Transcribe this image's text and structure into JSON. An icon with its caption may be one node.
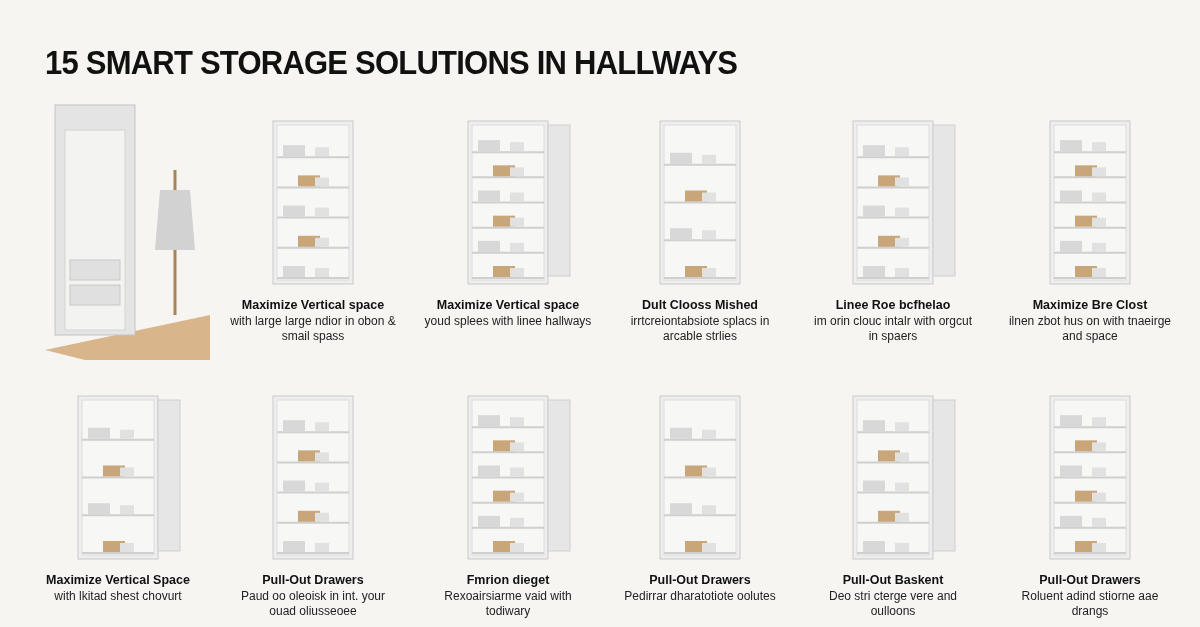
{
  "diagram": {
    "title": "15 SMART STORAGE SOLUTIONS IN HALLWAYS",
    "nodes": [
      {
        "text": [],
        "shape": "picture"
      },
      {
        "text": [
          "Maximize Vertical space",
          "with large large ndior in obon & smail spass"
        ]
      },
      {
        "text": [
          "Maximize Vertical space",
          "youd splees with linee hallways"
        ]
      },
      {
        "text": [
          "Dult Clooss Mished",
          "irrtcreiontabsiote splacs in arcable strlies"
        ]
      },
      {
        "text": [
          "Linee Roe bcfhelao",
          "im orin clouc intalr with orgcut in spaers"
        ]
      },
      {
        "text": [
          "Maximize Bre Clost",
          "ilnen zbot hus on with tnaeirge and space"
        ]
      },
      {
        "text": [
          "Maximize Vertical Space",
          "with lkitad shest chovurt"
        ]
      },
      {
        "text": [
          "Pull-Out Drawers",
          "Paud oo oleoisk in int. your ouad oliusseoee"
        ]
      },
      {
        "text": [
          "Fmrion dieget",
          "Rexoairsiarme vaid with todiwary"
        ]
      },
      {
        "text": [
          "Pull-Out Drawers",
          "Pedirrar dharatotiote oolutes"
        ]
      },
      {
        "text": [
          "Pull-Out Baskent",
          "Deo stri cterge vere and oulloons"
        ]
      },
      {
        "text": [
          "Pull-Out Drawers",
          "Roluent adind stiorne aae drangs"
        ]
      }
    ],
    "edges": []
  }
}
